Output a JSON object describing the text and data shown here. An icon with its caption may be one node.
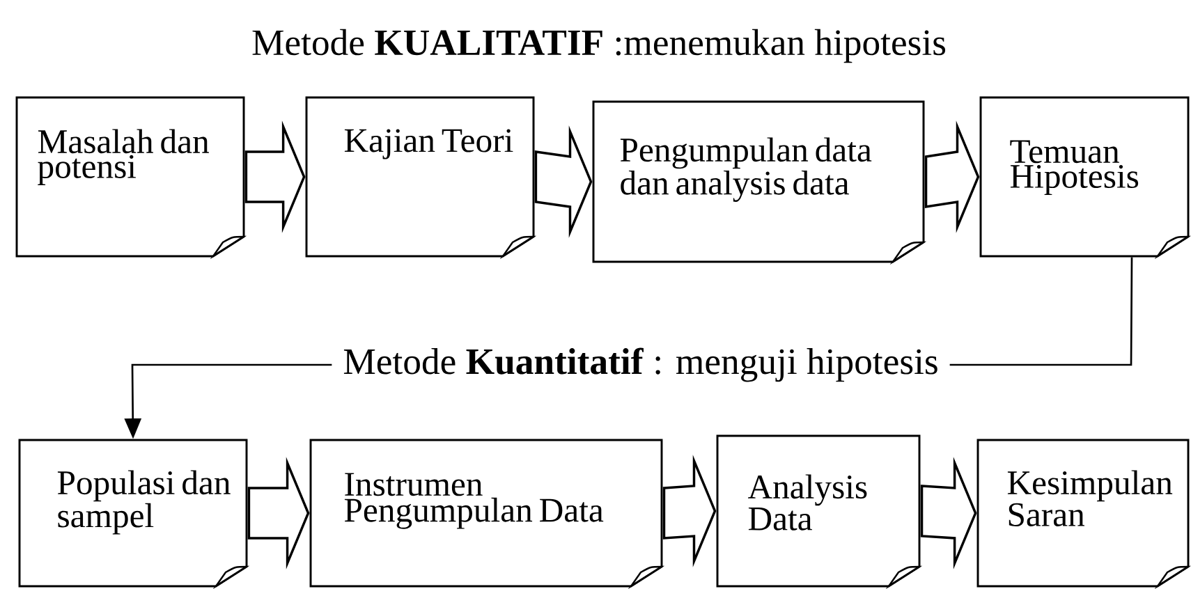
{
  "diagram": {
    "title": "Metode **KUALITATIF** :menemukan hipotesis",
    "nodes": [
      {
        "text": [
          "Masalah dan potensi"
        ]
      },
      {
        "text": [
          "Kajian Teori"
        ]
      },
      {
        "text": [
          "Pengumpulan data dan analysis data"
        ]
      },
      {
        "text": [
          "Temuan Hipotesis"
        ]
      },
      {
        "text": [
          "Populasi dan sampel"
        ]
      },
      {
        "text": [
          "Instrumen Pengumpulan Data"
        ]
      },
      {
        "text": [
          "Analysis Data"
        ]
      },
      {
        "text": [
          "Kesimpulan Saran"
        ]
      }
    ],
    "edges": [
      {
        "from": 0,
        "to": 1,
        "arrow": "to"
      },
      {
        "from": 1,
        "to": 2,
        "arrow": "to"
      },
      {
        "from": 2,
        "to": 3,
        "arrow": "to"
      },
      {
        "from": 3,
        "to": 4,
        "arrow": "to",
        "label": "Metode **Kuantitatif** : menguji hipotesis"
      },
      {
        "from": 4,
        "to": 5,
        "arrow": "to"
      },
      {
        "from": 5,
        "to": 6,
        "arrow": "to"
      },
      {
        "from": 6,
        "to": 7,
        "arrow": "to"
      }
    ]
  }
}
